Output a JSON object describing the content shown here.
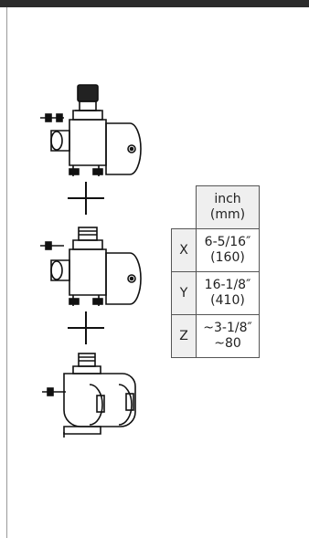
{
  "table": {
    "header_line1": "inch",
    "header_line2": "(mm)",
    "rows": [
      {
        "axis": "X",
        "inch": "6-5/16″",
        "mm": "(160)"
      },
      {
        "axis": "Y",
        "inch": "16-1/8″",
        "mm": "(410)"
      },
      {
        "axis": "Z",
        "inch": "~3-1/8″",
        "mm": "~80"
      }
    ]
  },
  "icons": [
    "valve-assembly-front",
    "plus-sign",
    "valve-body",
    "plus-sign",
    "valve-assembly-side"
  ]
}
